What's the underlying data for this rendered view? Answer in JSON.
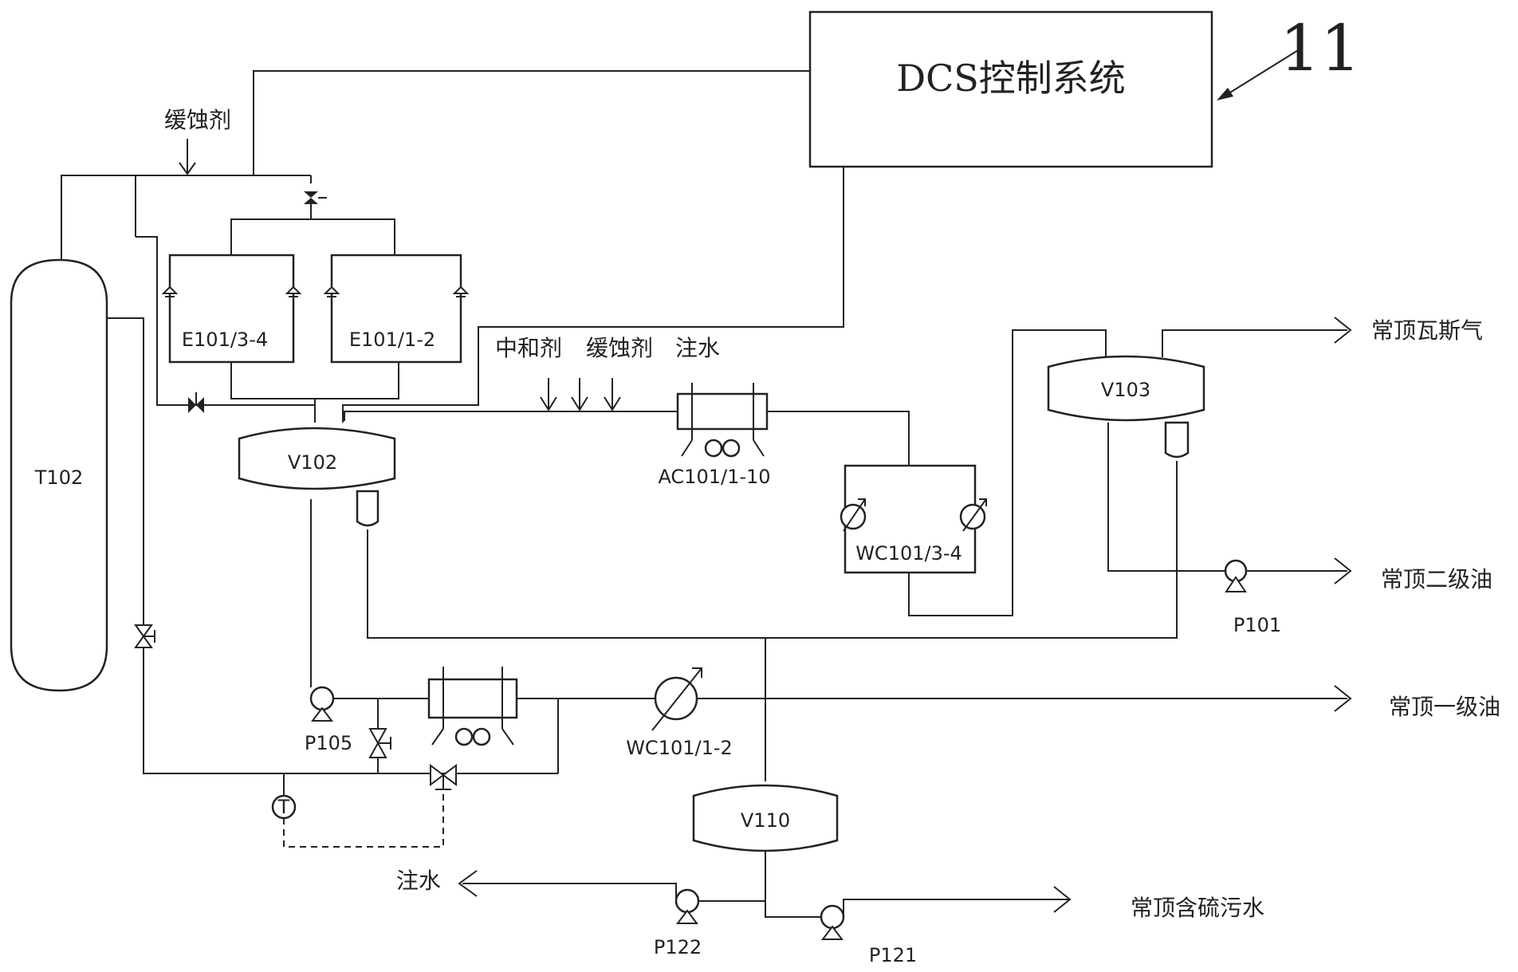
{
  "system": {
    "label": "DCS控制系统",
    "ref_no": "11"
  },
  "equipment": {
    "tower": "T102",
    "exchanger_a": "E101/3-4",
    "exchanger_b": "E101/1-2",
    "drum_v102": "V102",
    "drum_v103": "V103",
    "drum_v110": "V110",
    "air_cooler": "AC101/1-10",
    "water_cooler_top": "WC101/3-4",
    "water_cooler_bottom": "WC101/1-2",
    "pump_p101": "P101",
    "pump_p105": "P105",
    "pump_p121": "P121",
    "pump_p122": "P122",
    "temp_indicator": "T"
  },
  "injections": {
    "inhibitor_top": "缓蚀剂",
    "neutralizer": "中和剂",
    "inhibitor": "缓蚀剂",
    "water": "注水"
  },
  "outputs": {
    "gas": "常顶瓦斯气",
    "oil_2": "常顶二级油",
    "oil_1": "常顶一级油",
    "sour_water": "常顶含硫污水",
    "water_return": "注水"
  }
}
